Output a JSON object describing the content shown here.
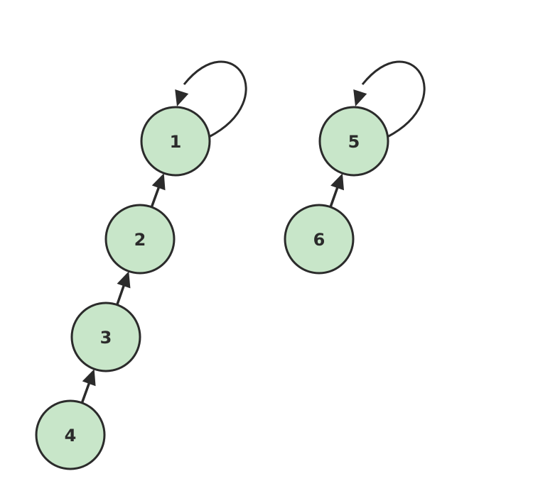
{
  "colors": {
    "node_fill": "#c8e6c9",
    "node_stroke": "#2b2b2b",
    "edge": "#2b2b2b",
    "label": "#2b2b2b",
    "background": "#ffffff"
  },
  "nodes": [
    {
      "id": "1",
      "label": "1"
    },
    {
      "id": "2",
      "label": "2"
    },
    {
      "id": "3",
      "label": "3"
    },
    {
      "id": "4",
      "label": "4"
    },
    {
      "id": "5",
      "label": "5"
    },
    {
      "id": "6",
      "label": "6"
    }
  ],
  "edges": [
    {
      "from": "2",
      "to": "1"
    },
    {
      "from": "3",
      "to": "2"
    },
    {
      "from": "4",
      "to": "3"
    },
    {
      "from": "6",
      "to": "5"
    },
    {
      "from": "1",
      "to": "1",
      "self_loop": true
    },
    {
      "from": "5",
      "to": "5",
      "self_loop": true
    }
  ]
}
